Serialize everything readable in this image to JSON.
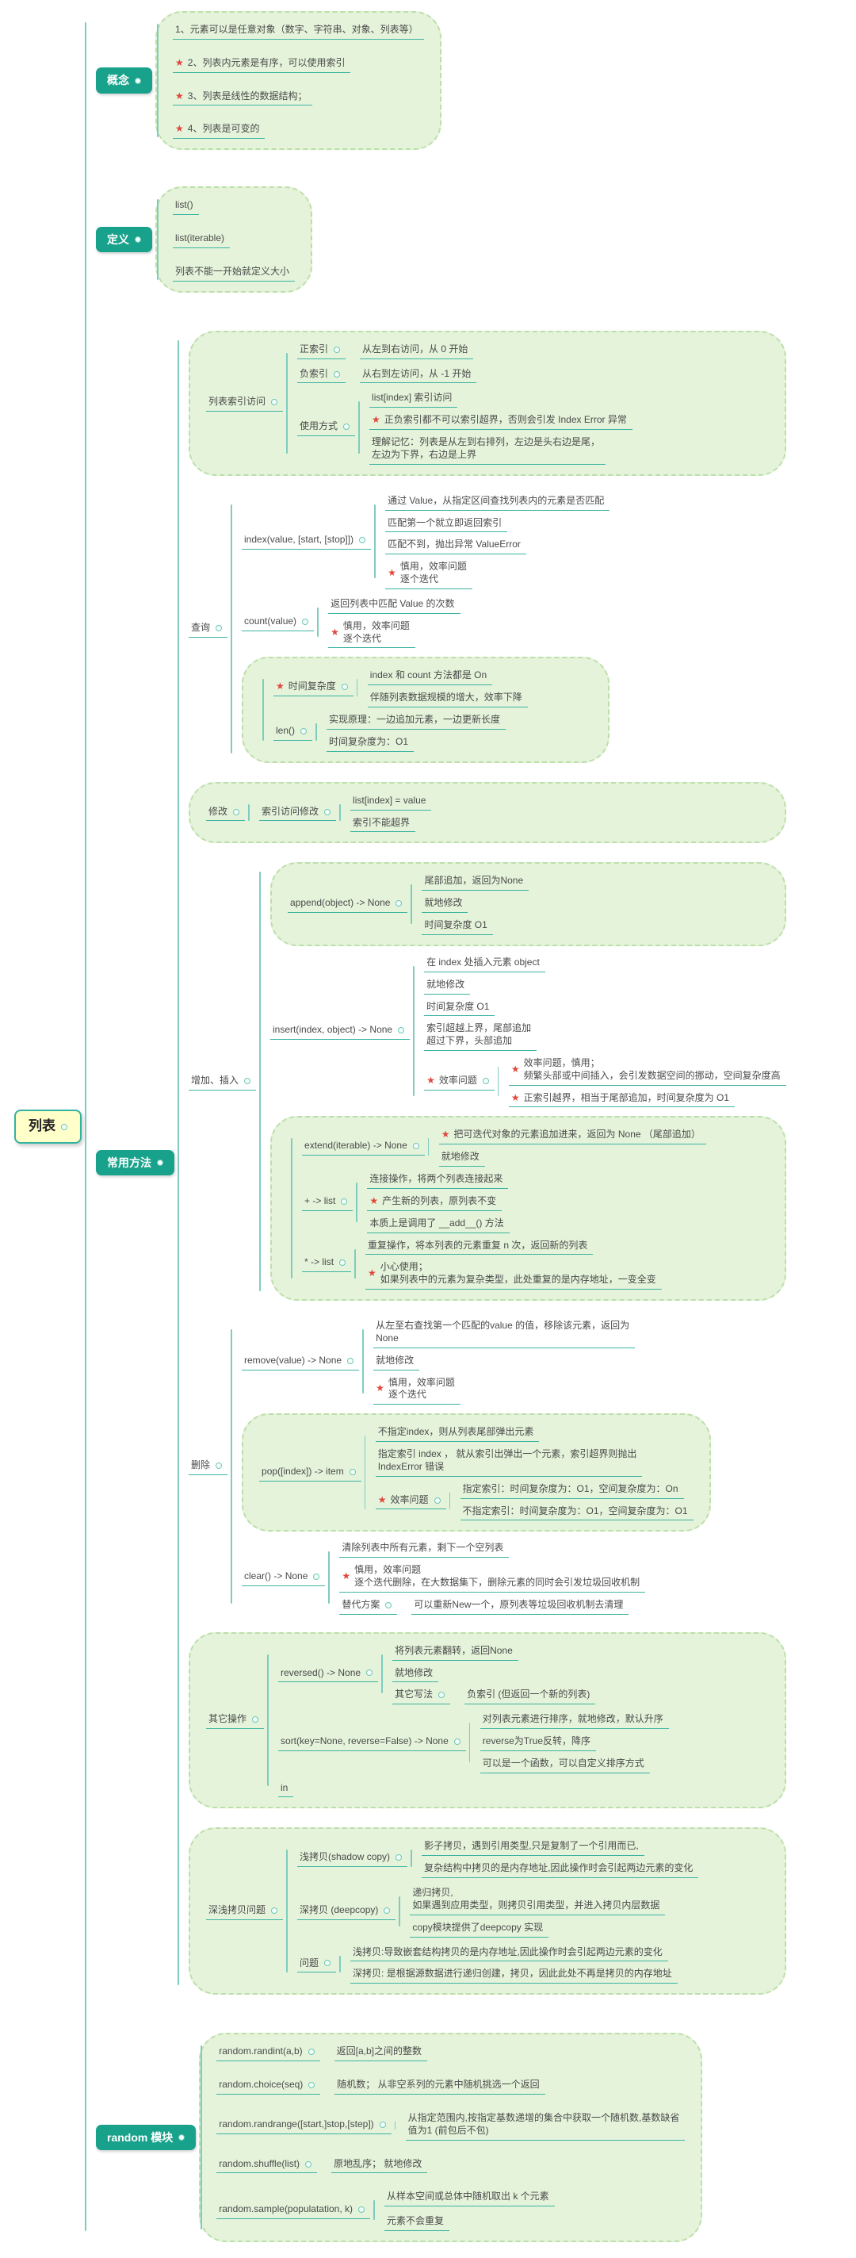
{
  "title": "列表思维导图",
  "colors": {
    "topic_teal": "#18a28b",
    "cloud_fill": "#e4f3da",
    "cloud_border": "#bcdfa9",
    "connector_teal": "#3cb4a2",
    "star_red": "#e0463b",
    "root_fill": "#ffffc9",
    "text_dark": "#4a4a4a"
  },
  "icons": {
    "star": "★",
    "connector": "connector-circle"
  },
  "map": {
    "label": "列表",
    "type": "root",
    "children": [
      {
        "label": "概念",
        "type": "main",
        "cloud": true,
        "children": [
          {
            "label": "1、元素可以是任意对象（数字、字符串、对象、列表等）"
          },
          {
            "label": "2、列表内元素是有序，可以使用索引",
            "star": true
          },
          {
            "label": "3、列表是线性的数据结构；",
            "star": true
          },
          {
            "label": "4、列表是可变的",
            "star": true
          }
        ]
      },
      {
        "label": "定义",
        "type": "main",
        "cloud": true,
        "children": [
          {
            "label": "list()"
          },
          {
            "label": "list(iterable)"
          },
          {
            "label": "列表不能一开始就定义大小"
          }
        ]
      },
      {
        "label": "常用方法",
        "type": "main",
        "children": [
          {
            "label": "列表索引访问",
            "cloud": true,
            "children": [
              {
                "label": "正索引",
                "children": [
                  {
                    "label": "从左到右访问，从 0 开始"
                  }
                ]
              },
              {
                "label": "负索引",
                "children": [
                  {
                    "label": "从右到左访问，从 -1 开始"
                  }
                ]
              },
              {
                "label": "使用方式",
                "children": [
                  {
                    "label": "list[index]  索引访问"
                  },
                  {
                    "label": "正负索引都不可以索引超界，否则会引发 Index Error 异常",
                    "star": true
                  },
                  {
                    "label": "理解记忆：列表是从左到右排列，左边是头右边是尾，\n左边为下界，右边是上界"
                  }
                ]
              }
            ]
          },
          {
            "label": "查询",
            "children": [
              {
                "label": "index(value, [start, [stop]])",
                "children": [
                  {
                    "label": "通过 Value，从指定区间查找列表内的元素是否匹配"
                  },
                  {
                    "label": "匹配第一个就立即返回索引"
                  },
                  {
                    "label": "匹配不到，抛出异常 ValueError"
                  },
                  {
                    "label": "慎用，效率问题\n逐个迭代",
                    "star": true
                  }
                ]
              },
              {
                "label": "count(value)",
                "children": [
                  {
                    "label": "返回列表中匹配 Value 的次数"
                  },
                  {
                    "label": "慎用，效率问题\n逐个迭代",
                    "star": true
                  }
                ]
              },
              {
                "group": true,
                "cloud": true,
                "children": [
                  {
                    "label": "时间复杂度",
                    "star": true,
                    "children": [
                      {
                        "label": "index 和 count 方法都是 On"
                      },
                      {
                        "label": "伴随列表数据规模的增大，效率下降"
                      }
                    ]
                  },
                  {
                    "label": "len()",
                    "children": [
                      {
                        "label": "实现原理：一边追加元素，一边更新长度"
                      },
                      {
                        "label": "时间复杂度为：O1"
                      }
                    ]
                  }
                ]
              }
            ]
          },
          {
            "label": "修改",
            "cloud": true,
            "children": [
              {
                "label": "索引访问修改",
                "children": [
                  {
                    "label": "list[index] = value"
                  },
                  {
                    "label": "索引不能超界"
                  }
                ]
              }
            ]
          },
          {
            "label": "增加、插入",
            "children": [
              {
                "label": "append(object)  -> None",
                "cloud": true,
                "children": [
                  {
                    "label": "尾部追加，返回为None"
                  },
                  {
                    "label": "就地修改"
                  },
                  {
                    "label": "时间复杂度 O1"
                  }
                ]
              },
              {
                "label": "insert(index, object)  -> None",
                "children": [
                  {
                    "label": "在 index 处插入元素 object"
                  },
                  {
                    "label": "就地修改"
                  },
                  {
                    "label": "时间复杂度 O1"
                  },
                  {
                    "label": "索引超越上界，尾部追加\n超过下界，头部追加"
                  },
                  {
                    "label": "效率问题",
                    "star": true,
                    "children": [
                      {
                        "label": "效率问题，慎用；\n频繁头部或中间插入，会引发数据空间的挪动，空间复杂度高",
                        "star": true
                      },
                      {
                        "label": "正索引越界，相当于尾部追加，时间复杂度为 O1",
                        "star": true
                      }
                    ]
                  }
                ]
              },
              {
                "group": true,
                "cloud": true,
                "children": [
                  {
                    "label": "extend(iterable)  -> None",
                    "children": [
                      {
                        "label": "把可迭代对象的元素追加进来，返回为 None （尾部追加）",
                        "star": true
                      },
                      {
                        "label": "就地修改"
                      }
                    ]
                  },
                  {
                    "label": "+ -> list",
                    "children": [
                      {
                        "label": "连接操作，将两个列表连接起来"
                      },
                      {
                        "label": "产生新的列表，原列表不变",
                        "star": true
                      },
                      {
                        "label": "本质上是调用了 __add__() 方法"
                      }
                    ]
                  },
                  {
                    "label": "* -> list",
                    "children": [
                      {
                        "label": "重复操作，将本列表的元素重复 n 次，返回新的列表"
                      },
                      {
                        "label": "小心使用；\n如果列表中的元素为复杂类型，此处重复的是内存地址，一变全变",
                        "star": true
                      }
                    ]
                  }
                ]
              }
            ]
          },
          {
            "label": "删除",
            "children": [
              {
                "label": "remove(value)  -> None",
                "children": [
                  {
                    "label": "从左至右查找第一个匹配的value 的值，移除该元素，返回为\nNone"
                  },
                  {
                    "label": "就地修改"
                  },
                  {
                    "label": "慎用，效率问题\n逐个迭代",
                    "star": true
                  }
                ]
              },
              {
                "label": "pop([index]) -> item",
                "cloud": true,
                "children": [
                  {
                    "label": "不指定index，则从列表尾部弹出元素"
                  },
                  {
                    "label": "指定索引 index ， 就从索引出弹出一个元素，索引超界则抛出\nIndexError 错误"
                  },
                  {
                    "label": "效率问题",
                    "star": true,
                    "children": [
                      {
                        "label": "指定索引：时间复杂度为：O1，空间复杂度为：On"
                      },
                      {
                        "label": "不指定索引：时间复杂度为：O1，空间复杂度为：O1"
                      }
                    ]
                  }
                ]
              },
              {
                "label": "clear() -> None",
                "children": [
                  {
                    "label": "清除列表中所有元素，剩下一个空列表"
                  },
                  {
                    "label": "慎用，效率问题\n逐个迭代删除，在大数据集下，删除元素的同时会引发垃圾回收机制",
                    "star": true
                  },
                  {
                    "label": "替代方案",
                    "children": [
                      {
                        "label": "可以重新New一个，原列表等垃圾回收机制去清理"
                      }
                    ]
                  }
                ]
              }
            ]
          },
          {
            "label": "其它操作",
            "cloud": true,
            "children": [
              {
                "label": "reversed()  -> None",
                "children": [
                  {
                    "label": "将列表元素翻转，返回None"
                  },
                  {
                    "label": "就地修改"
                  },
                  {
                    "label": "其它写法",
                    "children": [
                      {
                        "label": "负索引 (但返回一个新的列表)"
                      }
                    ]
                  }
                ]
              },
              {
                "label": "sort(key=None, reverse=False)  -> None",
                "children": [
                  {
                    "label": "对列表元素进行排序，就地修改，默认升序"
                  },
                  {
                    "label": "reverse为True反转，降序"
                  },
                  {
                    "label": "可以是一个函数，可以自定义排序方式"
                  }
                ]
              },
              {
                "label": "in"
              }
            ]
          },
          {
            "label": "深浅拷贝问题",
            "cloud": true,
            "children": [
              {
                "label": "浅拷贝(shadow copy)",
                "children": [
                  {
                    "label": "影子拷贝，遇到引用类型,只是复制了一个引用而已,"
                  },
                  {
                    "label": "复杂结构中拷贝的是内存地址,因此操作时会引起两边元素的变化"
                  }
                ]
              },
              {
                "label": "深拷贝 (deepcopy)",
                "children": [
                  {
                    "label": "递归拷贝,\n如果遇到应用类型，则拷贝引用类型，并进入拷贝内层数据"
                  },
                  {
                    "label": "copy模块提供了deepcopy 实现"
                  }
                ]
              },
              {
                "label": "问题",
                "children": [
                  {
                    "label": "浅拷贝:导致嵌套结构拷贝的是内存地址,因此操作时会引起两边元素的变化"
                  },
                  {
                    "label": "深拷贝: 是根据源数据进行递归创建，拷贝，因此此处不再是拷贝的内存地址"
                  }
                ]
              }
            ]
          }
        ]
      },
      {
        "label": "random 模块",
        "type": "main",
        "cloud": true,
        "children": [
          {
            "label": "random.randint(a,b)",
            "children": [
              {
                "label": "返回[a,b]之间的整数"
              }
            ]
          },
          {
            "label": "random.choice(seq)",
            "children": [
              {
                "label": "随机数；  从非空系列的元素中随机挑选一个返回"
              }
            ]
          },
          {
            "label": "random.randrange([start,]stop,[step])",
            "children": [
              {
                "label": "从指定范围内,按指定基数递增的集合中获取一个随机数,基数缺省\n值为1 (前包后不包)"
              }
            ]
          },
          {
            "label": "random.shuffle(list)",
            "children": [
              {
                "label": "原地乱序；  就地修改"
              }
            ]
          },
          {
            "label": "random.sample(populatation, k)",
            "children": [
              {
                "label": "从样本空间或总体中随机取出 k 个元素"
              },
              {
                "label": "元素不会重复"
              }
            ]
          }
        ]
      }
    ]
  }
}
